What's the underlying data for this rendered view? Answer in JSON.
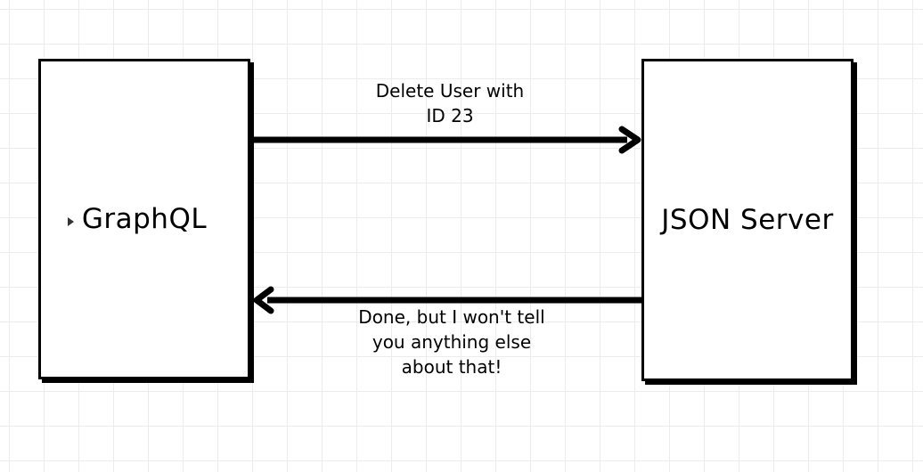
{
  "nodes": {
    "left": {
      "label": "GraphQL"
    },
    "right": {
      "label": "JSON Server"
    }
  },
  "edges": {
    "request": {
      "label": "Delete User with\nID 23"
    },
    "response": {
      "label": "Done, but I won't tell\nyou anything else\nabout that!"
    }
  },
  "colors": {
    "stroke": "#000000",
    "grid": "#ececec"
  }
}
